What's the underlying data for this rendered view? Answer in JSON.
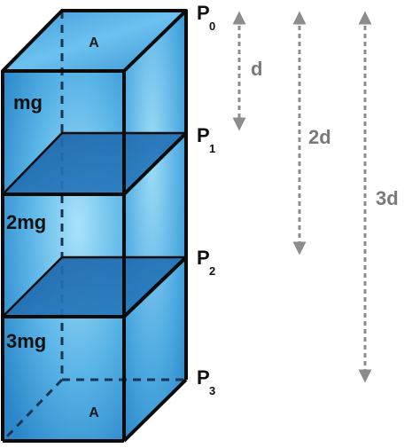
{
  "diagram": {
    "face_labels": {
      "top": "A",
      "bottom": "A"
    },
    "weight_labels": [
      {
        "id": "weight-label-mg",
        "text": "mg"
      },
      {
        "id": "weight-label-2mg",
        "text": "2mg"
      },
      {
        "id": "weight-label-3mg",
        "text": "3mg"
      }
    ],
    "pressure_labels": [
      {
        "id": "p0",
        "main": "P",
        "sub": "0"
      },
      {
        "id": "p1",
        "main": "P",
        "sub": "1"
      },
      {
        "id": "p2",
        "main": "P",
        "sub": "2"
      },
      {
        "id": "p3",
        "main": "P",
        "sub": "3"
      }
    ],
    "depth_labels": [
      {
        "id": "depth-d",
        "text": "d"
      },
      {
        "id": "depth-2d",
        "text": "2d"
      },
      {
        "id": "depth-3d",
        "text": "3d"
      }
    ],
    "colors": {
      "face_light": "#8fd6f5",
      "face_dark": "#2a86c8",
      "plane": "#1f6fb5",
      "edge": "#0b0b0b",
      "dim_arrow": "#8c8c8c",
      "label": "#111111"
    }
  }
}
